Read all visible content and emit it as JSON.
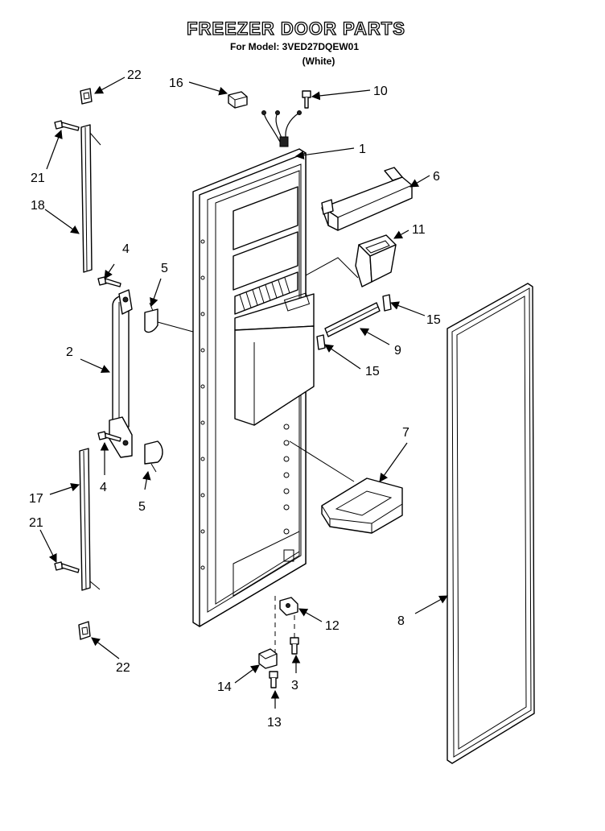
{
  "title": "FREEZER DOOR PARTS",
  "model_line": "For Model: 3VED27DQEW01",
  "color_line": "(White)",
  "callouts": {
    "p1": "1",
    "p2": "2",
    "p3": "3",
    "p4a": "4",
    "p4b": "4",
    "p5a": "5",
    "p5b": "5",
    "p6": "6",
    "p7": "7",
    "p8": "8",
    "p9": "9",
    "p10": "10",
    "p11": "11",
    "p12": "12",
    "p13": "13",
    "p14": "14",
    "p15a": "15",
    "p15b": "15",
    "p16": "16",
    "p17": "17",
    "p18": "18",
    "p21a": "21",
    "p21b": "21",
    "p22a": "22",
    "p22b": "22"
  }
}
